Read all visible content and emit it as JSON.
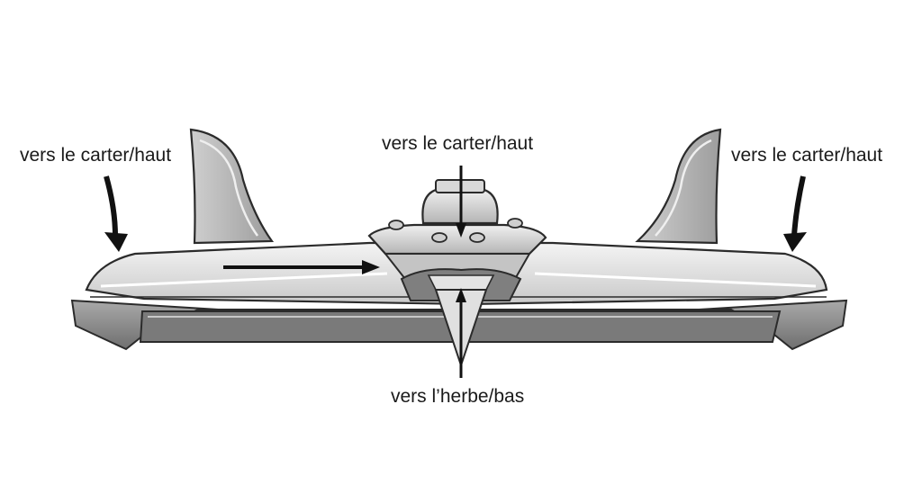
{
  "labels": {
    "top_left": "vers le carter/haut",
    "top_center": "vers le carter/haut",
    "top_right": "vers le carter/haut",
    "bottom_center": "vers l’herbe/bas"
  },
  "colors": {
    "metal_light": "#e6e6e6",
    "metal_mid": "#bdbdbd",
    "metal_dark": "#8a8a8a",
    "outline": "#2b2b2b",
    "arrow": "#111111"
  }
}
